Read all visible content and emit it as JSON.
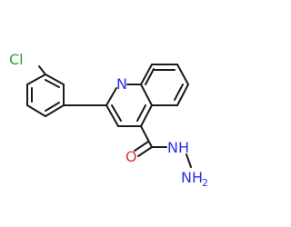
{
  "molecule": {
    "atoms": {
      "chlorine": {
        "label": "Cl",
        "color": "#2ba12b"
      },
      "ring_nitrogen": {
        "label": "N",
        "color": "#2e2ee6"
      },
      "carbonyl_oxygen": {
        "label": "O",
        "color": "#e62e2e"
      },
      "hydrazide_nh": {
        "label": "N",
        "h": "H",
        "color": "#2e2ee6"
      },
      "hydrazide_nh2": {
        "label": "N",
        "h": "H",
        "sub": "2",
        "color": "#2e2ee6"
      }
    },
    "bond_color": "#1a1a1a"
  }
}
